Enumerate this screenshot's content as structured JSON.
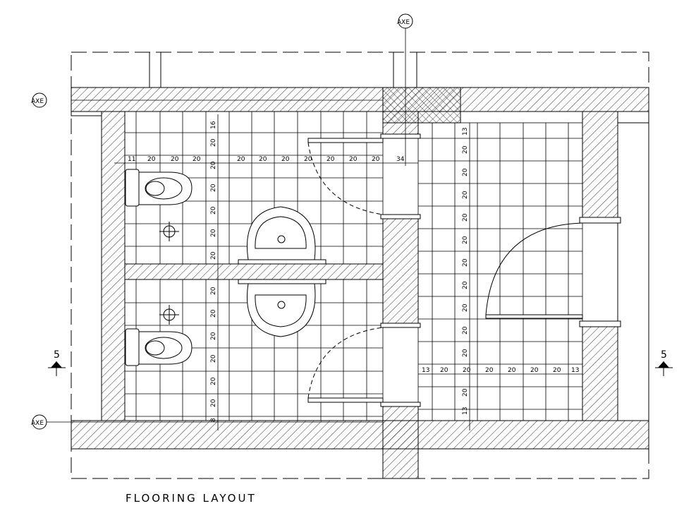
{
  "title": "FLOORING LAYOUT",
  "axis_label": "AXE",
  "section_label": "5",
  "dims": {
    "upper_row": [
      "11",
      "20",
      "20",
      "20",
      "20",
      "20",
      "20",
      "20",
      "20",
      "20",
      "20",
      "34"
    ],
    "left_col": [
      "16",
      "20",
      "20",
      "20",
      "20",
      "20",
      "20"
    ],
    "left_col_low": [
      "20",
      "20",
      "20",
      "20",
      "20",
      "20",
      "8"
    ],
    "right_col": [
      "13",
      "20",
      "20",
      "20",
      "20",
      "20",
      "20",
      "20",
      "20",
      "20",
      "20"
    ],
    "right_col_low": [
      "20",
      "13"
    ],
    "lower_row": [
      "13",
      "20",
      "20",
      "20",
      "20",
      "20",
      "20",
      "13"
    ]
  }
}
